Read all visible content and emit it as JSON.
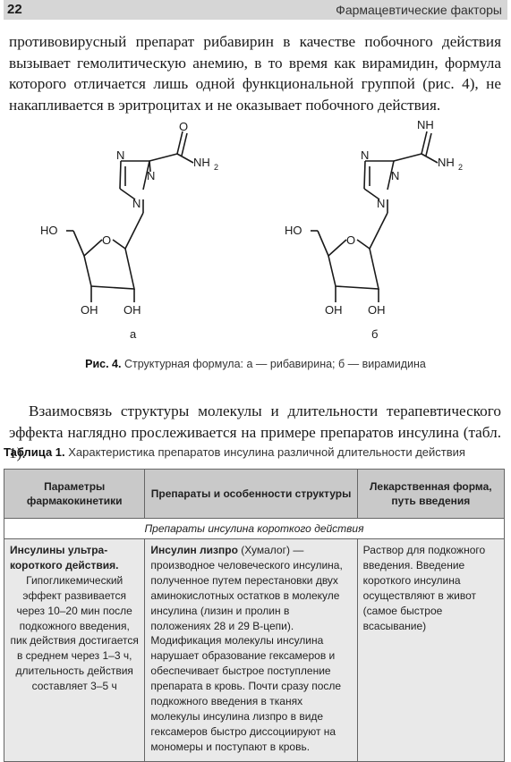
{
  "header": {
    "page_number": "22",
    "running_title": "Фармацевтические факторы"
  },
  "paragraph_1": "противовирусный препарат рибавирин в качестве побочного действия вызывает гемолитическую анемию, в то время как вирамидин, формула которого отличается лишь одной функциональной группой (рис. 4), не накапливается в эритроцитах и не оказывает побочного действия.",
  "figure": {
    "molecule_a": {
      "label": "а",
      "atoms": {
        "o_carbonyl": "O",
        "nh2": "NH",
        "nh2_sub": "2",
        "n_top": "N",
        "n_1": "N",
        "n_2": "N",
        "ho": "HO",
        "o_ring": "O",
        "oh_1": "OH",
        "oh_2": "OH"
      }
    },
    "molecule_b": {
      "label": "б",
      "atoms": {
        "nh_imine": "NH",
        "nh2": "NH",
        "nh2_sub": "2",
        "n_top": "N",
        "n_1": "N",
        "n_2": "N",
        "ho": "HO",
        "o_ring": "O",
        "oh_1": "OH",
        "oh_2": "OH"
      }
    },
    "caption_prefix": "Рис. 4.",
    "caption_text": " Структурная формула: а — рибавирина; б — вирамидина"
  },
  "paragraph_2": "Взаимосвязь структуры молекулы и длительности терапевтического эффекта наглядно прослеживается на примере препаратов инсулина (табл. 1).",
  "table": {
    "caption_prefix": "Таблица 1.",
    "caption_text": " Характеристика препаратов инсулина различной длительности действия",
    "headers": [
      "Параметры фармакокинетики",
      "Препараты и особенности структуры",
      "Лекарственная форма, путь введения"
    ],
    "section_title": "Препараты инсулина короткого действия",
    "row_1": {
      "pk_heading": "Инсулины ультра-короткого действия.",
      "pk_text": "Гипогликемический эффект развивается через 10–20 мин после подкожного введения, пик действия достигается в среднем через 1–3 ч, длительность действия составляет 3–5 ч",
      "drug_name": "Инсулин лизпро",
      "drug_text": " (Хумалог) — производное человеческого инсулина, полученное путем перестановки двух аминокислотных остатков в молекуле инсулина (лизин и пролин в положениях 28 и 29 В-цепи). Модификация молекулы инсулина нарушает образование гексамеров и обеспечивает быстрое поступление препарата в кровь. Почти сразу после подкожного введения в тканях молекулы инсулина лизпро в виде гексамеров быстро диссоциируют на мономеры и поступают в кровь.",
      "form": "Раствор для подкожного введения. Введение короткого инсулина осуществляют в живот (самое быстрое всасывание)"
    }
  }
}
